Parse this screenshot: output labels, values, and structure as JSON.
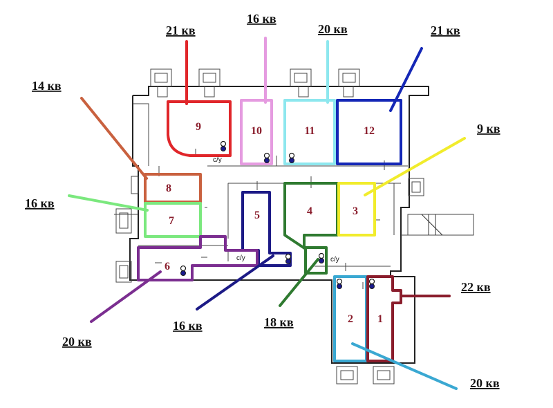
{
  "floor_plan": {
    "rooms": [
      {
        "id": "9",
        "number": "9",
        "color": "#e0262a"
      },
      {
        "id": "10",
        "number": "10",
        "color": "#e59be0"
      },
      {
        "id": "11",
        "number": "11",
        "color": "#8de7ee"
      },
      {
        "id": "12",
        "number": "12",
        "color": "#1427b6"
      },
      {
        "id": "8",
        "number": "8",
        "color": "#c9613f"
      },
      {
        "id": "7",
        "number": "7",
        "color": "#7be87e"
      },
      {
        "id": "5",
        "number": "5",
        "color": "#1c1a86"
      },
      {
        "id": "4",
        "number": "4",
        "color": "#2f7a30"
      },
      {
        "id": "3",
        "number": "3",
        "color": "#f1ec2c"
      },
      {
        "id": "6",
        "number": "6",
        "color": "#7b2e90"
      },
      {
        "id": "2",
        "number": "2",
        "color": "#3aa8d2"
      },
      {
        "id": "1",
        "number": "1",
        "color": "#8a1d2c"
      }
    ],
    "labels": {
      "r9": "21 кв",
      "r10": "16 кв",
      "r11": "20 кв",
      "r12": "21 кв",
      "r8": "14 кв",
      "r3": "9 кв",
      "r7": "16 кв",
      "r1": "22 кв",
      "r6": "20 кв",
      "r5": "16 кв",
      "r4": "18 кв",
      "r2": "20 кв"
    },
    "bathroom_labels": {
      "top": "с/у",
      "middle": "с/у",
      "right": "с/у"
    }
  }
}
